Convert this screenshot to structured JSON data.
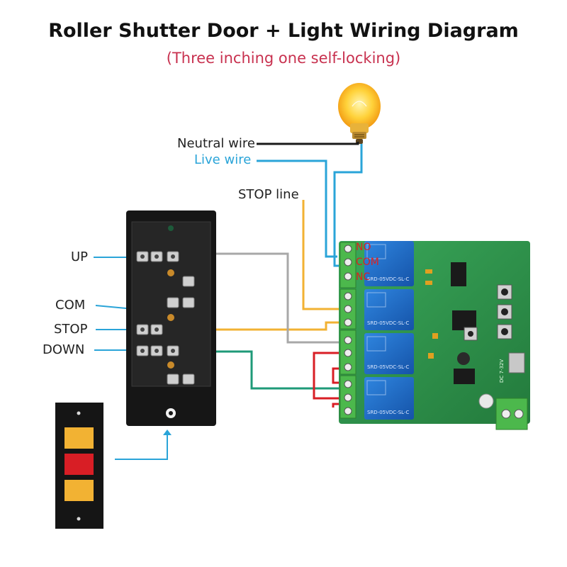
{
  "header": {
    "title": "Roller Shutter Door + Light Wiring Diagram",
    "subtitle": "(Three inching one self-locking)"
  },
  "wires": {
    "neutral": "Neutral wire",
    "live": "Live wire",
    "stop_line": "STOP line"
  },
  "switch_labels": {
    "up": "UP",
    "com": "COM",
    "stop": "STOP",
    "down": "DOWN"
  },
  "relay_terminals": {
    "no": "NO",
    "com": "COM",
    "nc": "NC"
  },
  "relay_module": {
    "relay_text": "SRD-05VDC-SL-C",
    "power_text": "DC 7-32V"
  },
  "colors": {
    "title": "#111111",
    "subtitle": "#c8314f",
    "live_wire": "#2aa4d8",
    "neutral_wire": "#1a1a1a",
    "stop_wire": "#f2b233",
    "up_wire": "#a8a8a8",
    "down_wire": "#1f9a78",
    "link_wire": "#d81e25",
    "board": "#2e9a4e",
    "relay": "#1e6fc8",
    "terminal": "#4cb84c"
  }
}
